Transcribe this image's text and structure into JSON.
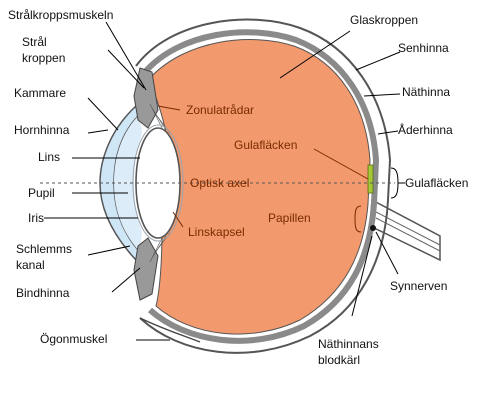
{
  "labels": {
    "stralkroppsmuskeln": "Strålkroppsmuskeln",
    "stral": "Strål",
    "kroppen": "kroppen",
    "kammare": "Kammare",
    "hornhinna": "Hornhinna",
    "lins": "Lins",
    "pupil": "Pupil",
    "iris": "Iris",
    "schlemms": "Schlemms",
    "kanal": "kanal",
    "bindhinna": "Bindhinna",
    "ogonmuskel": "Ögonmuskel",
    "glaskroppen": "Glaskroppen",
    "senhinna": "Senhinna",
    "nathinna": "Näthinna",
    "aderhinna": "Åderhinna",
    "gulafl_inner": "Gulafläcken",
    "gulafl_outer": "Gulafläcken",
    "papillen": "Papillen",
    "synnerven": "Synnerven",
    "nathinnans": "Näthinnans",
    "blodkarl": "blodkärl",
    "zonulatradar": "Zonulatrådar",
    "optisk_axel": "Optisk axel",
    "linskapsel": "Linskapsel"
  },
  "colors": {
    "vitreous": "#f29a6e",
    "sclera_outline": "#444444",
    "retina": "#8a8a8a",
    "cornea": "#cfe6f7",
    "iris": "#8c8c8c",
    "fovea": "#a6c837",
    "callout_text": "#7a2a00"
  }
}
